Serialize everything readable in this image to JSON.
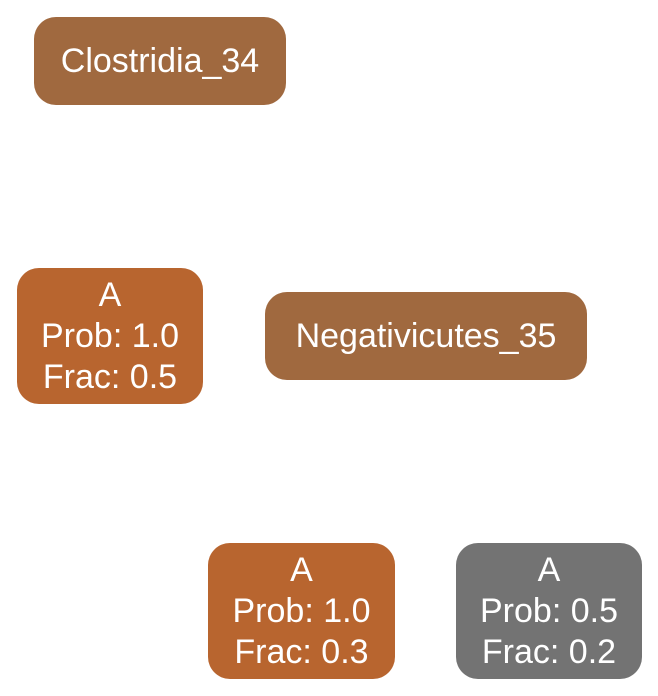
{
  "nodes": {
    "clostridia": {
      "label": "Clostridia_34",
      "color": "#a0693f"
    },
    "negativicutes": {
      "label": "Negativicutes_35",
      "color": "#a0693f"
    },
    "a1": {
      "title": "A",
      "prob": "Prob: 1.0",
      "frac": "Frac: 0.5",
      "color": "#b8652f"
    },
    "a2": {
      "title": "A",
      "prob": "Prob: 1.0",
      "frac": "Frac: 0.3",
      "color": "#b8652f"
    },
    "a3": {
      "title": "A",
      "prob": "Prob: 0.5",
      "frac": "Frac: 0.2",
      "color": "#737373"
    }
  }
}
